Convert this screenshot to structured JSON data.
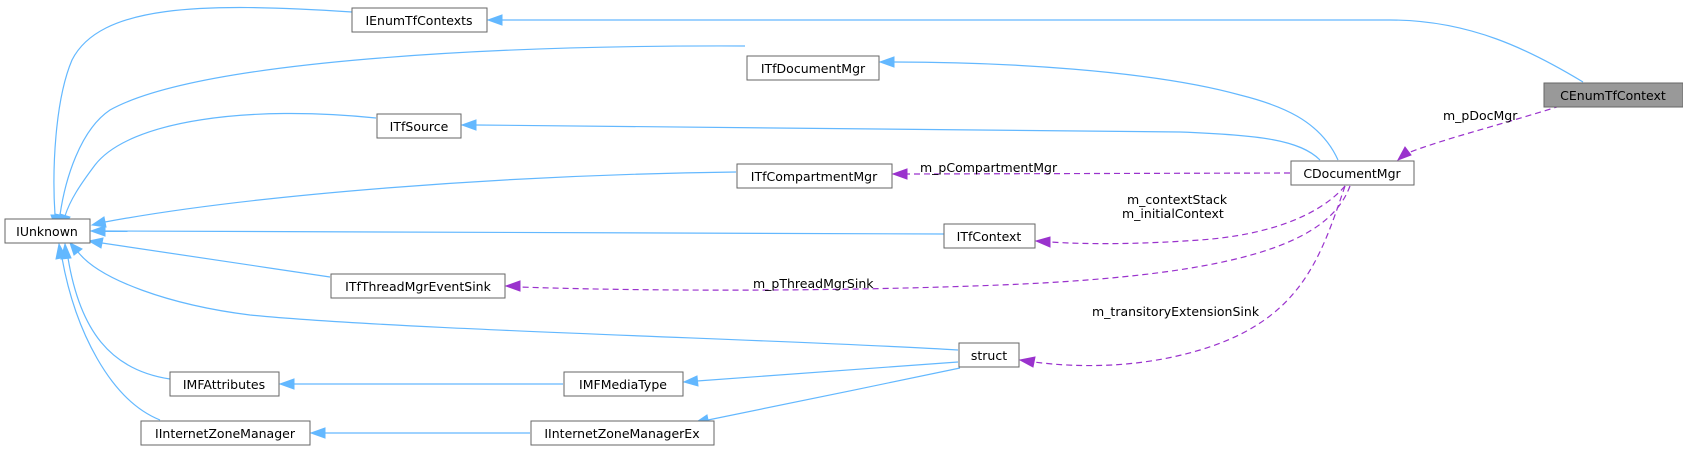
{
  "diagram": {
    "title": "CEnumTfContext collaboration graph",
    "colors": {
      "inheritance_edge": "#63b8ff",
      "usage_edge": "#9a32cd",
      "node_border": "#666666",
      "highlight_fill": "#999999"
    },
    "nodes": {
      "CEnumTfContext": "CEnumTfContext",
      "CDocumentMgr": "CDocumentMgr",
      "IEnumTfContexts": "IEnumTfContexts",
      "ITfDocumentMgr": "ITfDocumentMgr",
      "ITfSource": "ITfSource",
      "ITfCompartmentMgr": "ITfCompartmentMgr",
      "IUnknown": "IUnknown",
      "ITfContext": "ITfContext",
      "ITfThreadMgrEventSink": "ITfThreadMgrEventSink",
      "struct": "struct",
      "IMFAttributes": "IMFAttributes",
      "IMFMediaType": "IMFMediaType",
      "IInternetZoneManager": "IInternetZoneManager",
      "IInternetZoneManagerEx": "IInternetZoneManagerEx"
    },
    "edge_labels": {
      "m_pDocMgr": "m_pDocMgr",
      "m_pCompartmentMgr": "m_pCompartmentMgr",
      "m_contextStack": "m_contextStack",
      "m_initialContext": "m_initialContext",
      "m_pThreadMgrSink": "m_pThreadMgrSink",
      "m_transitoryExtensionSink": "m_transitoryExtensionSink"
    }
  }
}
